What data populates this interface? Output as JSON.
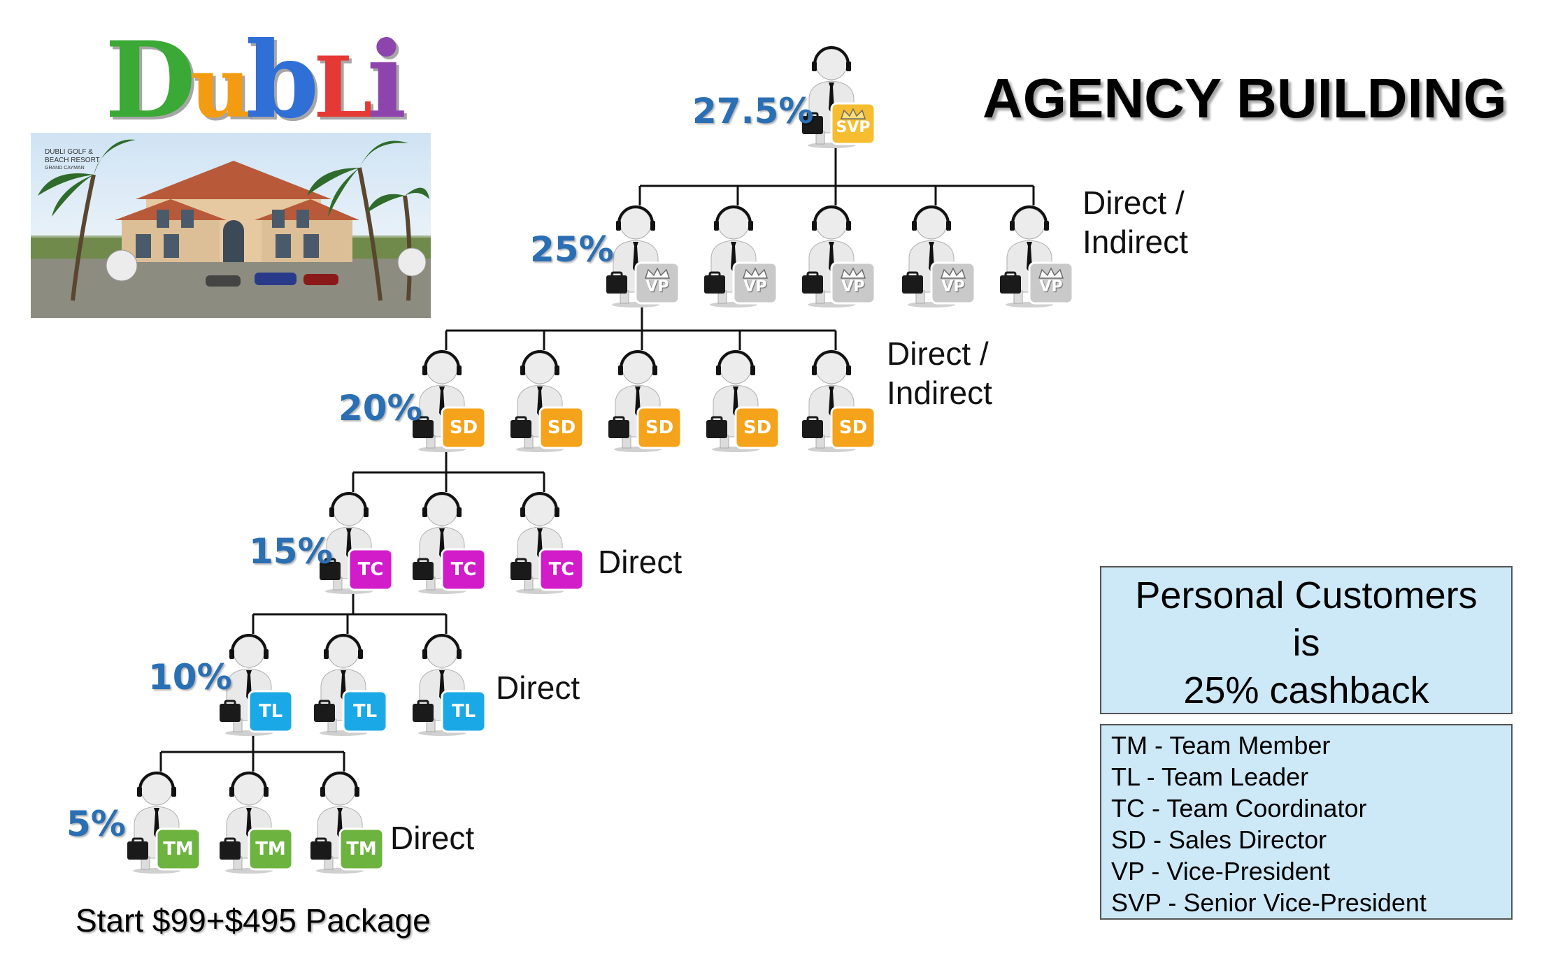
{
  "logo": {
    "letters": [
      "D",
      "u",
      "b",
      "L",
      "i"
    ]
  },
  "photo": {
    "caption_lines": [
      "DUBLI GOLF &",
      "BEACH RESORT",
      "GRAND CAYMAN"
    ]
  },
  "title": "AGENCY BUILDING",
  "tiers": [
    {
      "percent": "27.5%",
      "badge": "SVP",
      "count": 1,
      "type_lines": []
    },
    {
      "percent": "25%",
      "badge": "VP",
      "count": 5,
      "type_lines": [
        "Direct /",
        "Indirect"
      ]
    },
    {
      "percent": "20%",
      "badge": "SD",
      "count": 5,
      "type_lines": [
        "Direct /",
        "Indirect"
      ]
    },
    {
      "percent": "15%",
      "badge": "TC",
      "count": 3,
      "type_lines": [
        "Direct"
      ]
    },
    {
      "percent": "10%",
      "badge": "TL",
      "count": 3,
      "type_lines": [
        "Direct"
      ]
    },
    {
      "percent": "5%",
      "badge": "TM",
      "count": 3,
      "type_lines": [
        "Direct"
      ]
    }
  ],
  "badge_colors": {
    "SVP": "#f5bd2f",
    "VP": "#c9c9c9",
    "SD": "#f5a31a",
    "TC": "#d21cc9",
    "TL": "#1ba8e6",
    "TM": "#6db33f"
  },
  "logo_colors": [
    "#3aa935",
    "#f39c12",
    "#2f6fd6",
    "#e53935",
    "#8e44ad"
  ],
  "start_text": "Start $99+$495 Package",
  "cashback": {
    "lines": [
      "Personal Customers",
      "is",
      "25% cashback"
    ]
  },
  "legend": [
    "TM - Team Member",
    "TL - Team Leader",
    "TC - Team Coordinator",
    "SD - Sales Director",
    "VP - Vice-President",
    "SVP - Senior Vice-President"
  ]
}
